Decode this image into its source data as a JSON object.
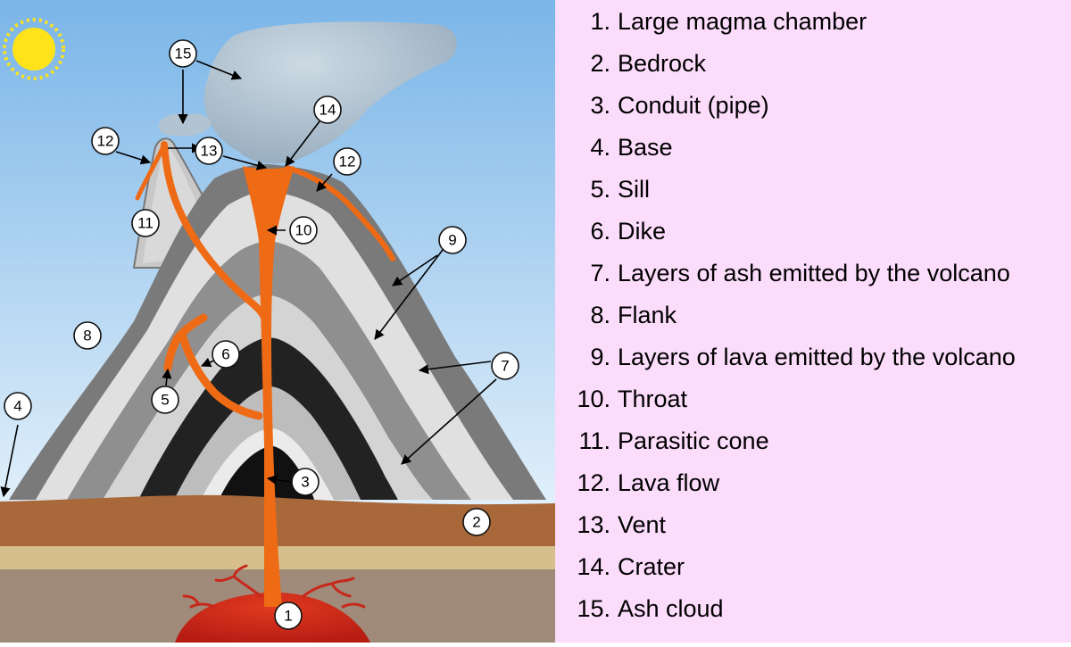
{
  "diagram": {
    "callouts": [
      "1",
      "2",
      "3",
      "4",
      "5",
      "6",
      "7",
      "8",
      "9",
      "10",
      "11",
      "12",
      "12",
      "13",
      "14",
      "15"
    ]
  },
  "legend": [
    {
      "num": "1.",
      "label": "Large magma chamber"
    },
    {
      "num": "2.",
      "label": "Bedrock"
    },
    {
      "num": "3.",
      "label": "Conduit (pipe)"
    },
    {
      "num": "4.",
      "label": "Base"
    },
    {
      "num": "5.",
      "label": "Sill"
    },
    {
      "num": "6.",
      "label": "Dike"
    },
    {
      "num": "7.",
      "label": "Layers of ash emitted by the volcano"
    },
    {
      "num": "8.",
      "label": "Flank"
    },
    {
      "num": "9.",
      "label": "Layers of lava emitted by the volcano"
    },
    {
      "num": "10.",
      "label": "Throat"
    },
    {
      "num": "11.",
      "label": "Parasitic cone"
    },
    {
      "num": "12.",
      "label": "Lava flow"
    },
    {
      "num": "13.",
      "label": "Vent"
    },
    {
      "num": "14.",
      "label": "Crater"
    },
    {
      "num": "15.",
      "label": "Ash cloud"
    }
  ],
  "colors": {
    "sky_top": "#7ab5e8",
    "sky_bottom": "#e2f0fa",
    "legend_bg": "#fcdcfb",
    "magma": "#ee6a15",
    "magma_chamber": "#cc2418",
    "bedrock": "#a8683a",
    "ash_cloud": "#a9bccb"
  }
}
